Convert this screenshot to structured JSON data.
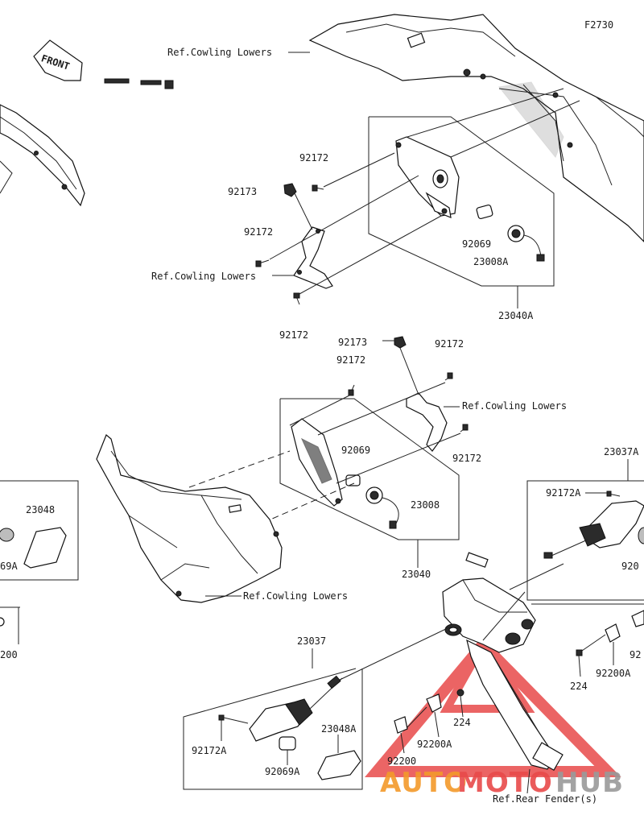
{
  "diagram": {
    "code": "F2730",
    "front_label": "FRONT",
    "watermark": {
      "text_auto": "AUTO",
      "text_moto": "MOTO",
      "text_hub": "HUB",
      "color_red": "#e84a4a",
      "color_orange": "#f39a2b",
      "color_grey": "#9a9a9a"
    },
    "labels": {
      "ref_cowling_top": "Ref.Cowling Lowers",
      "p92172_a": "92172",
      "p92173_a": "92173",
      "p92172_b": "92172",
      "ref_cowling_mid1": "Ref.Cowling Lowers",
      "p92172_c": "92172",
      "p92069_a": "92069",
      "p23008A": "23008A",
      "p23040A": "23040A",
      "p92173_b": "92173",
      "p92172_d": "92172",
      "p92172_e": "92172",
      "ref_cowling_mid2": "Ref.Cowling Lowers",
      "p92069_b": "92069",
      "p92172_f": "92172",
      "p23008": "23008",
      "p23040": "23040",
      "ref_cowling_low": "Ref.Cowling Lowers",
      "p23048": "23048",
      "p069A_left": "69A",
      "p200_left": "200",
      "p23037A": "23037A",
      "p92172A_r": "92172A",
      "p920_r": "920",
      "p92_r": "92",
      "p92200A_r": "92200A",
      "p224_r": "224",
      "p23037": "23037",
      "p92172A_l": "92172A",
      "p92069A": "92069A",
      "p23048A": "23048A",
      "p224_m": "224",
      "p92200A_m": "92200A",
      "p92200": "92200",
      "ref_rear_fender": "Ref.Rear Fender(s)"
    }
  }
}
